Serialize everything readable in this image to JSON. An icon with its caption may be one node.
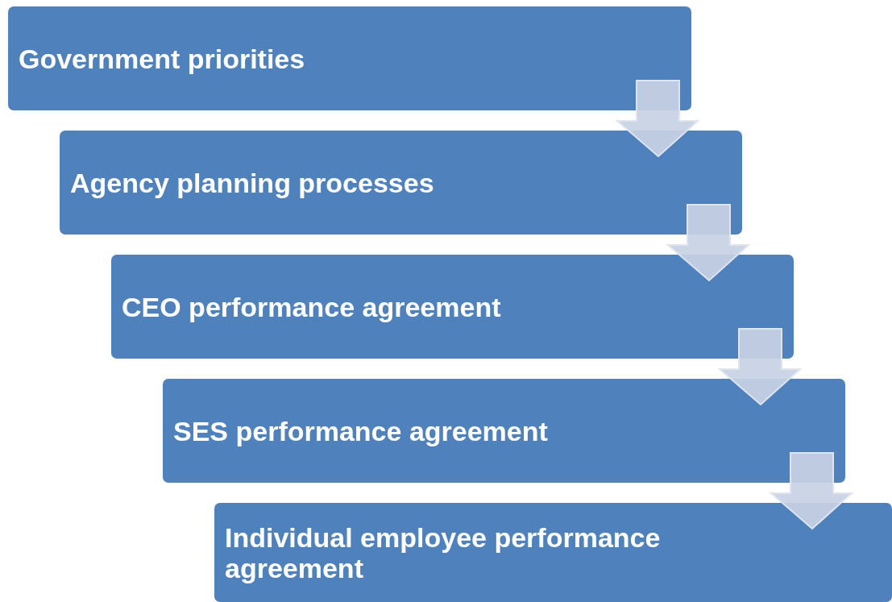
{
  "diagram": {
    "nodes": [
      {
        "text": [
          "Government priorities"
        ]
      },
      {
        "text": [
          "Agency planning processes"
        ]
      },
      {
        "text": [
          "CEO performance agreement"
        ]
      },
      {
        "text": [
          "SES performance agreement"
        ]
      },
      {
        "text": [
          "Individual employee performance agreement"
        ]
      }
    ],
    "edges": [
      {
        "from": 0,
        "to": 1,
        "arrow": "to"
      },
      {
        "from": 1,
        "to": 2,
        "arrow": "to"
      },
      {
        "from": 2,
        "to": 3,
        "arrow": "to"
      },
      {
        "from": 3,
        "to": 4,
        "arrow": "to"
      }
    ]
  }
}
